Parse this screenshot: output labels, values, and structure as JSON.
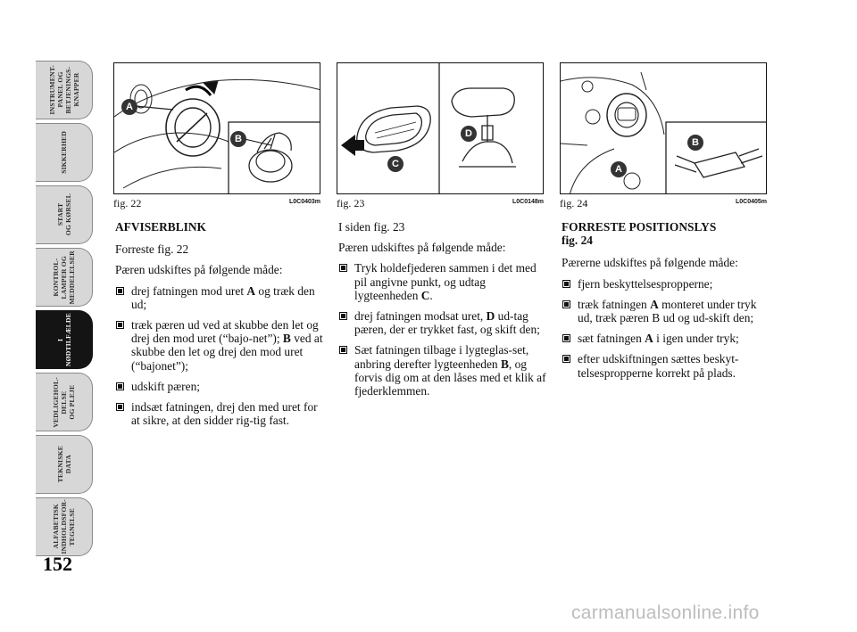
{
  "sidebar": {
    "tabs": [
      {
        "label": "INSTRUMENT-\nPANEL OG\nBETJENINGS-\nKNAPPER",
        "active": false
      },
      {
        "label": "SIKKERHED",
        "active": false
      },
      {
        "label": "START\nOG KØRSEL",
        "active": false
      },
      {
        "label": "KONTROL-\nLAMPER OG\nMEDDELELSER",
        "active": false
      },
      {
        "label": "I\nNØDTILFÆLDE",
        "active": true
      },
      {
        "label": "VEDLIGEHOL-\nDELSE\nOG PLEJE",
        "active": false
      },
      {
        "label": "TEKNISKE\nDATA",
        "active": false
      },
      {
        "label": "ALFABETISK\nINDHOLDSFOR-\nTEGNELSE",
        "active": false
      }
    ]
  },
  "page_number": "152",
  "figures": [
    {
      "caption": "fig. 22",
      "code": "L0C0403m",
      "callouts": [
        "A",
        "B"
      ]
    },
    {
      "caption": "fig. 23",
      "code": "L0C0148m",
      "callouts": [
        "C",
        "D"
      ]
    },
    {
      "caption": "fig. 24",
      "code": "L0C0405m",
      "callouts": [
        "A",
        "B"
      ]
    }
  ],
  "col1": {
    "heading": "AFVISERBLINK",
    "subheading": "Forreste fig. 22",
    "intro": "Pæren udskiftes på følgende måde:",
    "items": [
      {
        "pre": "drej fatningen mod uret ",
        "bold": "A",
        "post": " og træk den ud;"
      },
      {
        "pre": "træk pæren ud ved at skubbe den let og drej den mod uret (“bajo-net”); ",
        "bold": "B",
        "post": " ved at skubbe den let og drej den mod uret (“bajonet”);"
      },
      {
        "pre": "udskift pæren;",
        "bold": "",
        "post": ""
      },
      {
        "pre": "indsæt fatningen, drej den med uret for at sikre, at den sidder rig-tig fast.",
        "bold": "",
        "post": ""
      }
    ]
  },
  "col2": {
    "heading": "I siden fig. 23",
    "intro": "Pæren udskiftes på følgende måde:",
    "items": [
      {
        "pre": "Tryk holdefjederen sammen i det med pil angivne punkt, og udtag lygteenheden ",
        "bold": "C",
        "post": "."
      },
      {
        "pre": "drej fatningen modsat uret, ",
        "bold": "D",
        "post": " ud-tag pæren, der er trykket fast, og skift den;"
      },
      {
        "pre": "Sæt fatningen tilbage i lygteglas-set, anbring derefter lygteenheden ",
        "bold": "B",
        "post": ", og forvis dig om at den låses med et klik af fjederklemmen."
      }
    ]
  },
  "col3": {
    "heading": "FORRESTE POSITIONSLYS",
    "heading2": "fig. 24",
    "intro": "Pærerne udskiftes på følgende måde:",
    "items": [
      {
        "pre": "fjern beskyttelsespropperne;",
        "bold": "",
        "post": ""
      },
      {
        "pre": "træk fatningen ",
        "bold": "A",
        "post": " monteret under tryk ud, træk pæren B ud og ud-skift den;"
      },
      {
        "pre": "sæt fatningen ",
        "bold": "A",
        "post": " i igen under tryk;"
      },
      {
        "pre": "efter udskiftningen sættes beskyt-telsespropperne korrekt på plads.",
        "bold": "",
        "post": ""
      }
    ]
  },
  "watermark": "carmanualsonline.info"
}
